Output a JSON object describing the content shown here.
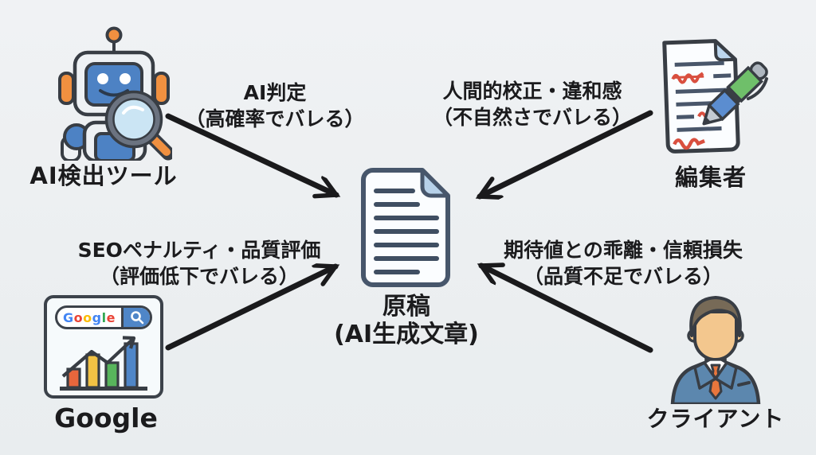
{
  "colors": {
    "background": "#edeff1",
    "arrow": "#1a1a1c",
    "text": "#1b1b1d",
    "accent_blue": "#4d82c4",
    "accent_orange": "#f09040",
    "google_blue": "#4285F4",
    "google_red": "#EA4335",
    "google_yellow": "#FBBC05",
    "google_green": "#34A853"
  },
  "center_node": {
    "id": "manuscript",
    "label_line1": "原稿",
    "label_line2": "(AI生成文章)",
    "icon": "document-icon"
  },
  "nodes": [
    {
      "id": "ai-detection-tool",
      "label": "AI検出ツール",
      "icon": "robot-magnifier-icon",
      "position": "top-left"
    },
    {
      "id": "editor",
      "label": "編集者",
      "icon": "edited-document-pen-icon",
      "position": "top-right"
    },
    {
      "id": "google",
      "label": "Google",
      "icon": "google-search-chart-icon",
      "position": "bottom-left"
    },
    {
      "id": "client",
      "label": "クライアント",
      "icon": "businessman-icon",
      "position": "bottom-right"
    }
  ],
  "edges": [
    {
      "from": "ai-detection-tool",
      "to": "manuscript",
      "label_line1": "AI判定",
      "label_line2": "（高確率でバレる）"
    },
    {
      "from": "editor",
      "to": "manuscript",
      "label_line1": "人間的校正・違和感",
      "label_line2": "（不自然さでバレる）"
    },
    {
      "from": "google",
      "to": "manuscript",
      "label_line1": "SEOペナルティ・品質評価",
      "label_line2": "（評価低下でバレる）"
    },
    {
      "from": "client",
      "to": "manuscript",
      "label_line1": "期待値との乖離・信頼損失",
      "label_line2": "（品質不足でバレる）"
    }
  ],
  "google_logo": {
    "letters": [
      {
        "ch": "G",
        "color": "#4285F4"
      },
      {
        "ch": "o",
        "color": "#EA4335"
      },
      {
        "ch": "o",
        "color": "#FBBC05"
      },
      {
        "ch": "g",
        "color": "#4285F4"
      },
      {
        "ch": "l",
        "color": "#34A853"
      },
      {
        "ch": "e",
        "color": "#EA4335"
      }
    ]
  }
}
